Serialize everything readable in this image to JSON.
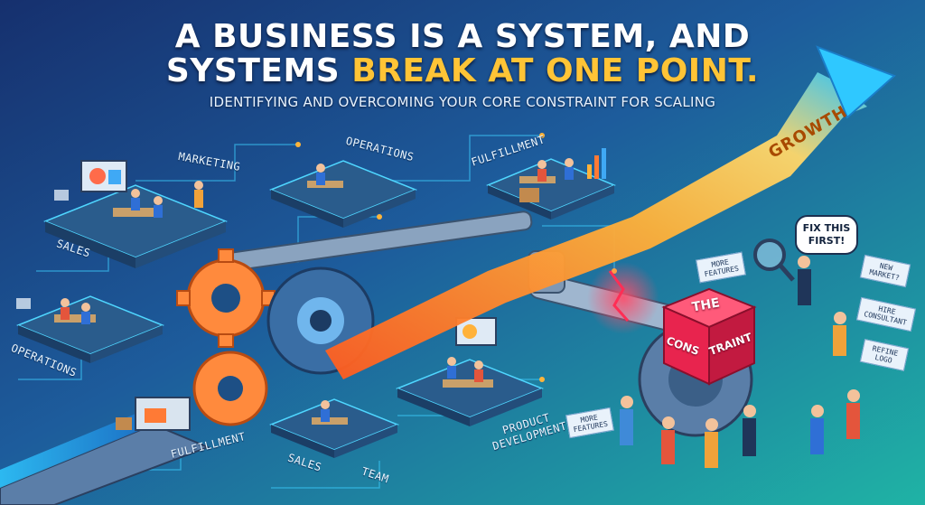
{
  "header": {
    "title_line1": "A BUSINESS IS A SYSTEM, AND",
    "title_line2_plain": "SYSTEMS ",
    "title_line2_accent": "BREAK AT ONE POINT.",
    "subtitle": "IDENTIFYING AND OVERCOMING YOUR CORE CONSTRAINT FOR SCALING"
  },
  "labels": {
    "marketing": "MARKETING",
    "operations_top": "OPERATIONS",
    "fulfillment_top": "FULFILLMENT",
    "sales_top": "SALES",
    "operations_left": "OPERATIONS",
    "fulfillment_bottom": "FULFILLMENT",
    "sales_bottom": "SALES",
    "team": "TEAM",
    "product_development_line1": "PRODUCT",
    "product_development_line2": "DEVELOPMENT",
    "growth": "GROWTH"
  },
  "constraint": {
    "top": "THE",
    "left": "CONS",
    "right": "TRAINT"
  },
  "speech_bubble": {
    "line1": "FIX THIS",
    "line2": "FIRST!"
  },
  "notes": {
    "more_features_upper_1": "MORE",
    "more_features_upper_2": "FEATURES",
    "new_market_1": "NEW",
    "new_market_2": "MARKET?",
    "hire_consultant_1": "HIRE",
    "hire_consultant_2": "CONSULTANT",
    "refine_logo_1": "REFINE",
    "refine_logo_2": "LOGO",
    "more_features_lower_1": "MORE",
    "more_features_lower_2": "FEATURES"
  },
  "colors": {
    "bg_top": "#1b3f86",
    "bg_bottom": "#1fb3a5",
    "accent_yellow": "#ffc436",
    "arrow_orange": "#ff9a2e",
    "arrow_blue": "#2fc8ff",
    "constraint_red": "#e8244e",
    "gear_orange": "#ff8a3d",
    "platform": "#2a5c8c"
  }
}
